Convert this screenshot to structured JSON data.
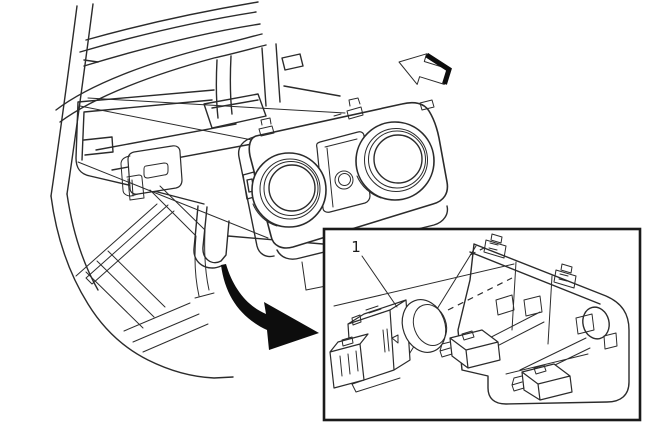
{
  "figure": {
    "type": "exploded-parts-diagram",
    "colors": {
      "background": "#ffffff",
      "line": "#2b2b2b",
      "arrow_fill": "#0d0d0d",
      "inset_border": "#1a1a1a"
    },
    "callouts": [
      {
        "label": "1"
      }
    ],
    "icons": {
      "direction_arrow": "outline-arrow-upper-left",
      "detail_arrow": "curved-solid-arrow-to-inset"
    }
  }
}
